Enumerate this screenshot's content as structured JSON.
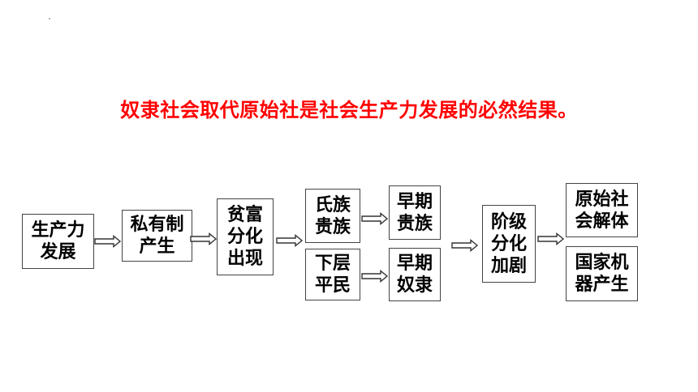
{
  "slide": {
    "headline": "奴隶社会取代原始社是社会生产力发展的必然结果。",
    "headline_color": "#ff0000"
  },
  "flow": {
    "productivity": [
      "生产力",
      "发展"
    ],
    "private_property": [
      "私有制",
      "产生"
    ],
    "wealth_gap": [
      "贫富",
      "分化",
      "出现"
    ],
    "clan_nobles": [
      "氏族",
      "贵族"
    ],
    "commoners": [
      "下层",
      "平民"
    ],
    "early_nobles": [
      "早期",
      "贵族"
    ],
    "early_slaves": [
      "早期",
      "奴隶"
    ],
    "class_division": [
      "阶级",
      "分化",
      "加剧"
    ],
    "primitive_dissolve": [
      "原始社",
      "会解体"
    ],
    "state_emerges": [
      "国家机",
      "器产生"
    ]
  },
  "arrow_icon": "double-line-right-arrow"
}
